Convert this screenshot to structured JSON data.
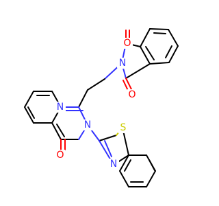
{
  "diagram": {
    "type": "chemical-structure",
    "background": "#ffffff",
    "colors": {
      "carbon_bond": "#000000",
      "nitrogen": "#3333ff",
      "oxygen": "#ff0000",
      "sulfur": "#cccc00"
    },
    "atom_labels": {
      "n_phthalimide": "N",
      "o_phthalimide_top": "O",
      "o_phthalimide_bottom": "O",
      "n_quinazoline_1": "N",
      "n_quinazoline_3": "N",
      "o_quinazolinone": "O",
      "s_benzothiazole": "S",
      "n_benzothiazole": "N"
    }
  }
}
